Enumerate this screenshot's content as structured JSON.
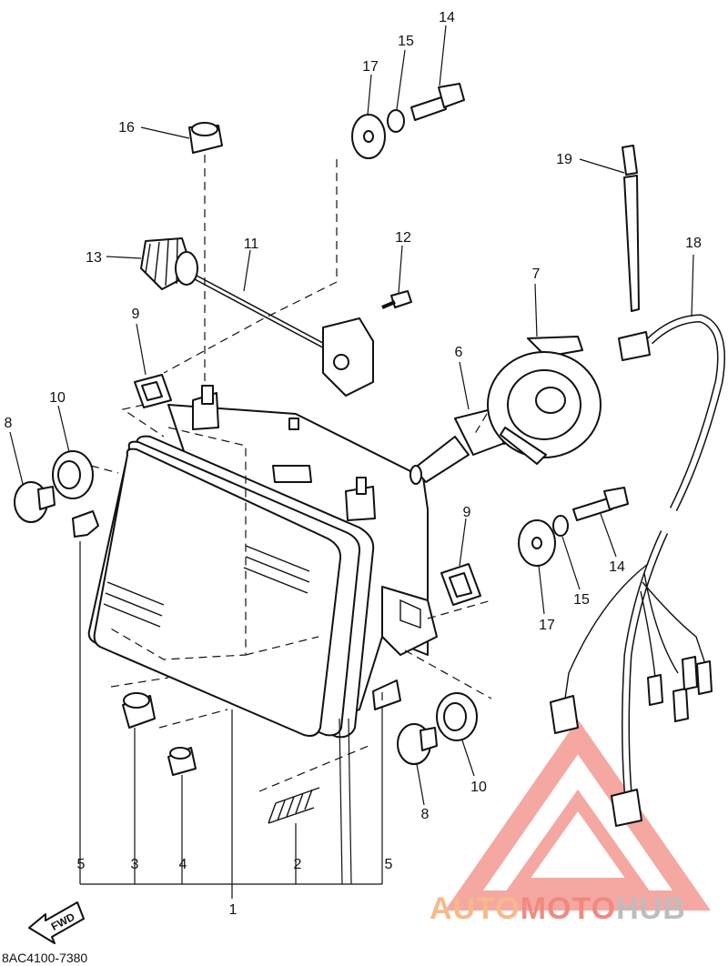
{
  "callouts": [
    {
      "id": "c1",
      "text": "1"
    },
    {
      "id": "c2",
      "text": "2"
    },
    {
      "id": "c3",
      "text": "3"
    },
    {
      "id": "c4",
      "text": "4"
    },
    {
      "id": "c5a",
      "text": "5"
    },
    {
      "id": "c5b",
      "text": "5"
    },
    {
      "id": "c6",
      "text": "6"
    },
    {
      "id": "c7",
      "text": "7"
    },
    {
      "id": "c8a",
      "text": "8"
    },
    {
      "id": "c8b",
      "text": "8"
    },
    {
      "id": "c9a",
      "text": "9"
    },
    {
      "id": "c9b",
      "text": "9"
    },
    {
      "id": "c10a",
      "text": "10"
    },
    {
      "id": "c10b",
      "text": "10"
    },
    {
      "id": "c11",
      "text": "11"
    },
    {
      "id": "c12",
      "text": "12"
    },
    {
      "id": "c13",
      "text": "13"
    },
    {
      "id": "c14a",
      "text": "14"
    },
    {
      "id": "c14b",
      "text": "14"
    },
    {
      "id": "c15a",
      "text": "15"
    },
    {
      "id": "c15b",
      "text": "15"
    },
    {
      "id": "c16",
      "text": "16"
    },
    {
      "id": "c17a",
      "text": "17"
    },
    {
      "id": "c17b",
      "text": "17"
    },
    {
      "id": "c18",
      "text": "18"
    },
    {
      "id": "c19",
      "text": "19"
    }
  ],
  "diagram_code": "8AC4100-7380",
  "fwd_label": "FWD",
  "watermark": {
    "part1": "AUTO",
    "part2": "MOTO",
    "part3": "HUB",
    "color1": "#f7b98a",
    "color2": "#f08a80",
    "color3": "#c9c9c9"
  }
}
